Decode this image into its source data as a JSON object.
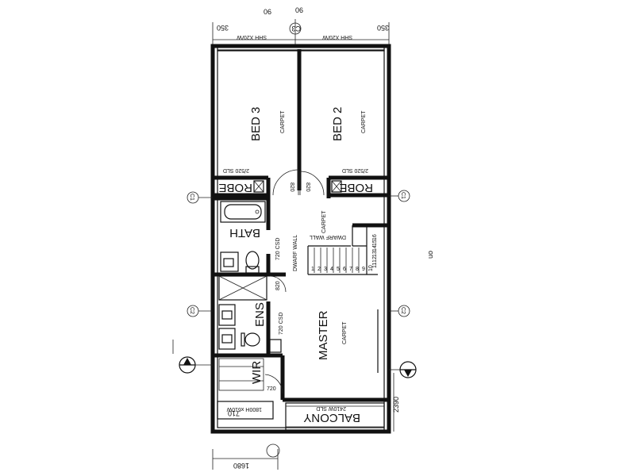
{
  "top_labels": [
    "06",
    "06"
  ],
  "side_mark": "on",
  "dims": {
    "top_left": "350",
    "top_right": "350",
    "bottom_width": "1680",
    "bottom_right": "2390",
    "door_bed3": "820",
    "door_bed2": "820",
    "door_bath": "720 CSD",
    "door_bath_ens": "820",
    "door_ens": "720 CSD",
    "door_wir": "720",
    "window_top_left": "SHH X20/W",
    "window_top_right": "SHH X20/W",
    "window_balcony_left": "1800H x610W",
    "balcony_dim": "710"
  },
  "grid_marks": [
    "C1",
    "C1",
    "C2",
    "C2",
    "C3"
  ],
  "rooms": {
    "bed3": {
      "label": "BED 3",
      "finish": "CARPET"
    },
    "bed2": {
      "label": "BED 2",
      "finish": "CARPET"
    },
    "robe_left": {
      "label": "ROBE",
      "note": "2/520 SLD"
    },
    "robe_right": {
      "label": "ROBE",
      "note": "2/520 SLD"
    },
    "hall": {
      "finish": "CARPET"
    },
    "bath": {
      "label": "BATH"
    },
    "ens": {
      "label": "ENS"
    },
    "wir": {
      "label": "WIR"
    },
    "master": {
      "label": "MASTER",
      "finish": "CARPET"
    },
    "balcony": {
      "label": "BALCONY",
      "note": "2410W SLD"
    }
  },
  "stair": {
    "wall_label": "DWARF WALL",
    "wall_label_left": "DWARF WALL",
    "treads": [
      "1",
      "2",
      "3",
      "4",
      "5",
      "6",
      "7",
      "8",
      "9",
      "10",
      "11",
      "12",
      "13",
      "14",
      "15",
      "16"
    ]
  }
}
